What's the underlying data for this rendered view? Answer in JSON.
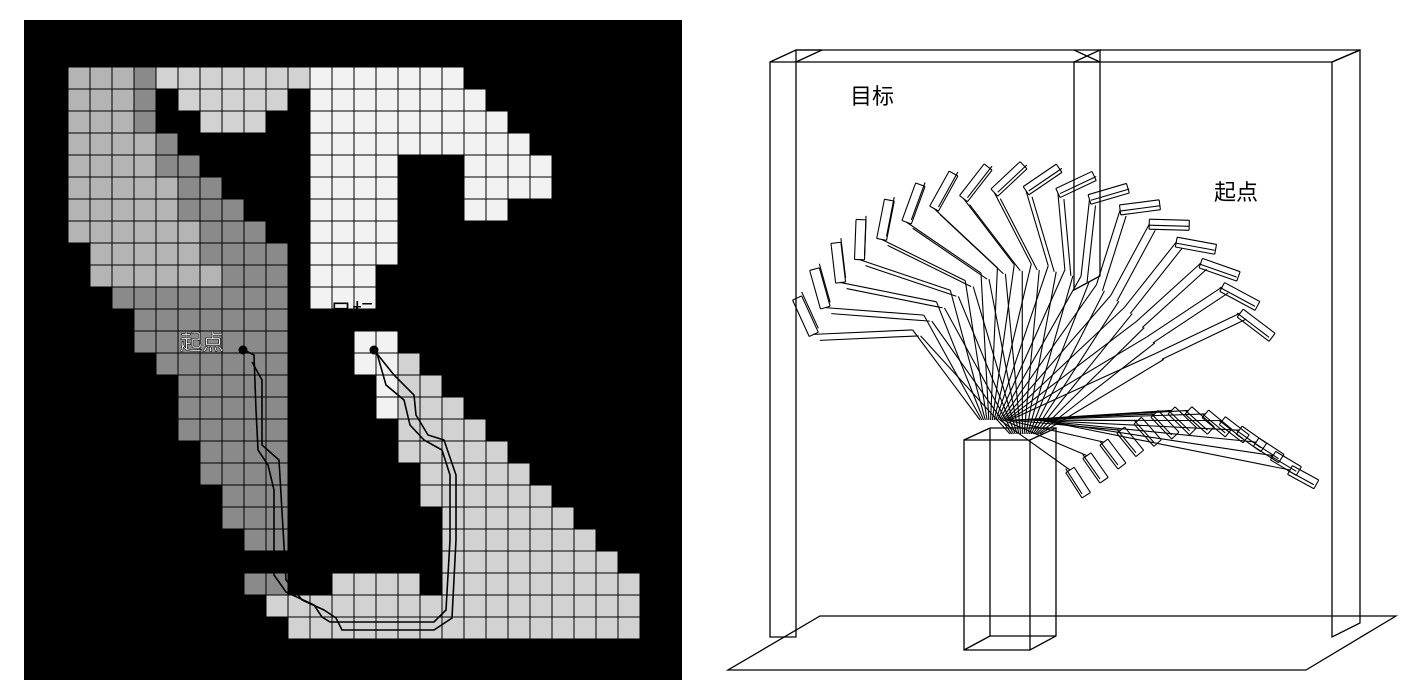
{
  "left_figure": {
    "start_label": "起点",
    "goal_label": "目标",
    "colors": {
      "background": "#000000",
      "region_dark": "#8a8a8a",
      "region_mid": "#b4b4b4",
      "region_light": "#d2d2d2",
      "region_white": "#f2f2f2",
      "grid_line": "#000000",
      "path": "#000000"
    }
  },
  "right_figure": {
    "goal_label": "目标",
    "start_label": "起点",
    "colors": {
      "line": "#000000",
      "background": "#ffffff"
    }
  }
}
